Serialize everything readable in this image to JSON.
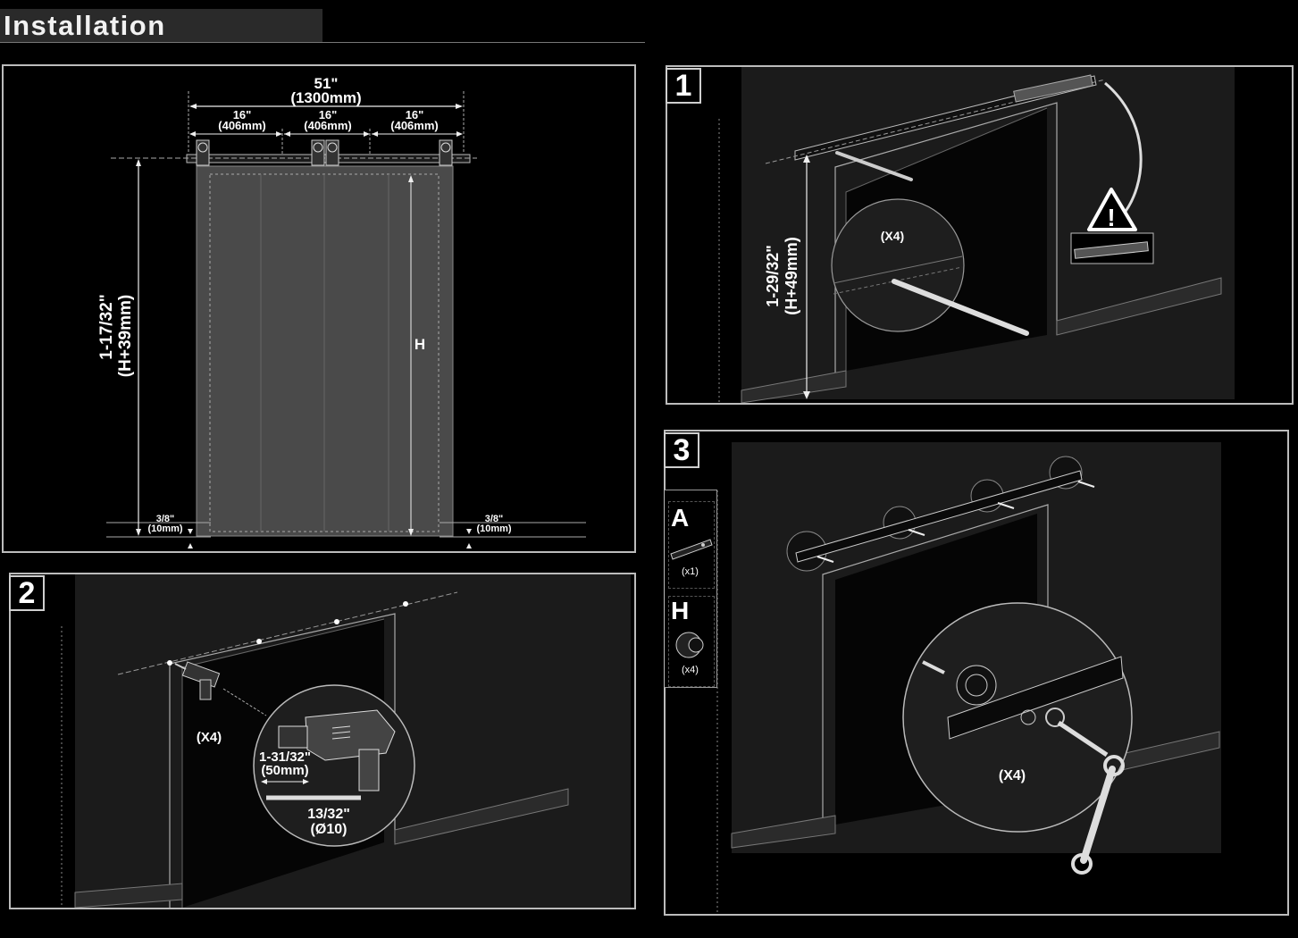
{
  "header": {
    "title": "Installation"
  },
  "overview": {
    "total_width": "51\"",
    "total_width_mm": "(1300mm)",
    "segment_in": "16\"",
    "segment_mm": "(406mm)",
    "height_in": "1-17/32\"",
    "height_mm": "(H+39mm)",
    "door_height": "H",
    "gap_in": "3/8\"",
    "gap_mm": "(10mm)"
  },
  "step1": {
    "number": "1",
    "count": "(X4)",
    "height_in": "1-29/32\"",
    "height_mm": "(H+49mm)"
  },
  "step2": {
    "number": "2",
    "count": "(X4)",
    "drill_depth_in": "1-31/32\"",
    "drill_depth_mm": "(50mm)",
    "bit_in": "13/32\"",
    "bit_mm": "(Ø10)"
  },
  "step3": {
    "number": "3",
    "count": "(X4)",
    "parts": [
      {
        "letter": "A",
        "qty": "(x1)"
      },
      {
        "letter": "H",
        "qty": "(x4)"
      }
    ]
  }
}
